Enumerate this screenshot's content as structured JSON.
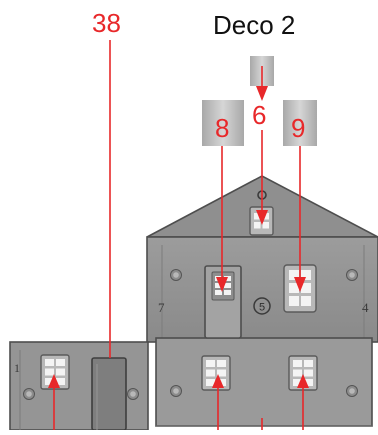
{
  "labels": {
    "part_38": "38",
    "deco_2": "Deco 2",
    "part_6": "6",
    "part_8": "8",
    "part_9": "9"
  },
  "engraved": {
    "left_wall_number": "7",
    "right_wall_number": "4",
    "center_medallion": "5",
    "annex_number": "1"
  },
  "colors": {
    "callout": "#e8282a",
    "wall": "#909090",
    "panel": "#9a9a9a",
    "roof": "#8f8f8f",
    "window_frame": "#b5b5b5",
    "window_pane": "#f4f4f4",
    "label_tile": "#bdbdbd",
    "text": "#111111"
  }
}
